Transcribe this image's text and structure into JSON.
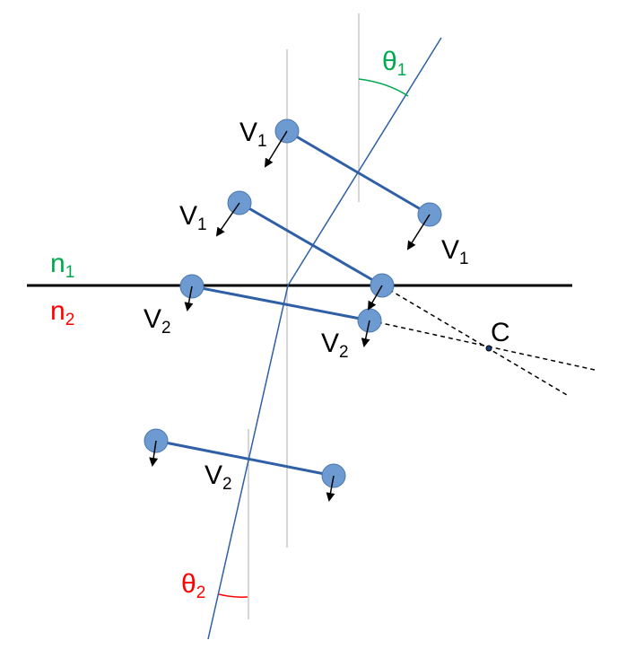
{
  "medium_labels": {
    "n1": {
      "main": "n",
      "sub": "1",
      "color": "#00a94f"
    },
    "n2": {
      "main": "n",
      "sub": "2",
      "color": "#ff0000"
    }
  },
  "angle_labels": {
    "theta1": {
      "main": "θ",
      "sub": "1",
      "color": "#00a94f"
    },
    "theta2": {
      "main": "θ",
      "sub": "2",
      "color": "#ff0000"
    }
  },
  "velocity_labels": [
    {
      "main": "V",
      "sub": "1"
    },
    {
      "main": "V",
      "sub": "1"
    },
    {
      "main": "V",
      "sub": "1"
    },
    {
      "main": "V",
      "sub": "2"
    },
    {
      "main": "V",
      "sub": "2"
    },
    {
      "main": "V",
      "sub": "2"
    }
  ],
  "point_label": "C",
  "colors": {
    "particle_fill": "#6e9ad2",
    "particle_stroke": "#4a76ad",
    "rod": "#2f5fa5",
    "ray": "#2f5fa5",
    "normal": "#c8c8c8",
    "interface": "#000000"
  }
}
